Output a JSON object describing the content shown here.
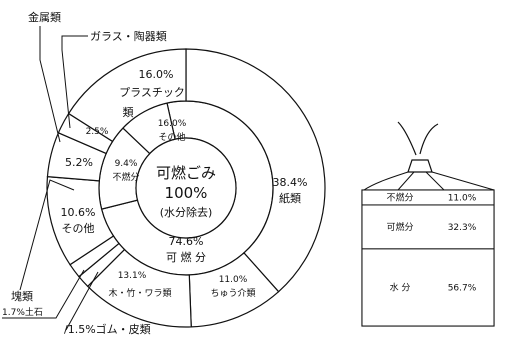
{
  "chart_data": [
    {
      "type": "pie",
      "center": {
        "title": "可燃ごみ",
        "percent": "100%",
        "note": "(水分除去)"
      },
      "inner_ring": [
        {
          "label": "可 燃 分",
          "value": 74.6,
          "value_label": "74.6%"
        },
        {
          "label": "その他",
          "value": 16.0,
          "value_label": "16.0%"
        },
        {
          "label": "不燃分",
          "value": 9.4,
          "value_label": "9.4%"
        }
      ],
      "outer_ring": [
        {
          "label": "紙類",
          "value": 38.4,
          "value_label": "38.4%"
        },
        {
          "label": "ちゅう介類",
          "value": 11.0,
          "value_label": "11.0%"
        },
        {
          "label": "木・竹・ワラ類",
          "value": 13.1,
          "value_label": "13.1%"
        },
        {
          "label": "ゴム・皮類",
          "value": 1.5,
          "value_label": "1.5%"
        },
        {
          "label": "土石",
          "value": 1.7,
          "value_label": "1.7%"
        },
        {
          "label": "その他",
          "value": 10.6,
          "value_label": "10.6%"
        },
        {
          "label": "金属類",
          "value": 5.2,
          "value_label": "5.2%"
        },
        {
          "label": "ガラス・陶器類",
          "value": 2.5,
          "value_label": "2.5%"
        },
        {
          "label": "プラスチック類",
          "value": 16.0,
          "value_label": "16.0%"
        }
      ],
      "callout": "塊類"
    },
    {
      "type": "bar",
      "orientation": "stacked-vertical",
      "series": [
        {
          "name": "不燃分",
          "value": 11.0,
          "value_label": "11.0%"
        },
        {
          "name": "可燃分",
          "value": 32.3,
          "value_label": "32.3%"
        },
        {
          "name": "水 分",
          "value": 56.7,
          "value_label": "56.7%"
        }
      ]
    }
  ],
  "colors": {
    "ink": "#111111",
    "paper": "#ffffff"
  }
}
